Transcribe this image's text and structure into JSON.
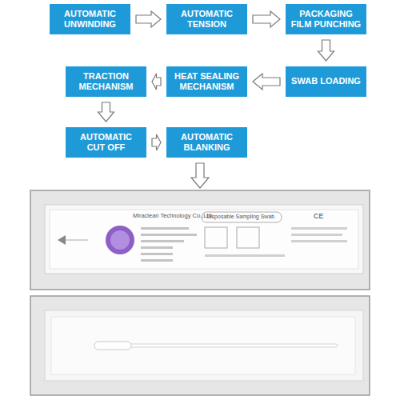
{
  "diagram": {
    "nodes": [
      {
        "text": [
          "AUTOMATIC UNWINDING"
        ]
      },
      {
        "text": [
          "AUTOMATIC TENSION"
        ]
      },
      {
        "text": [
          "PACKAGING FILM PUNCHING"
        ]
      },
      {
        "text": [
          "TRACTION MECHANISM"
        ]
      },
      {
        "text": [
          "HEAT SEALING MECHANISM"
        ]
      },
      {
        "text": [
          "SWAB LOADING"
        ]
      },
      {
        "text": [
          "AUTOMATIC CUT OFF"
        ]
      },
      {
        "text": [
          "AUTOMATIC BLANKING"
        ]
      }
    ],
    "edges": [
      {
        "from": 0,
        "to": 1,
        "arrow": "to"
      },
      {
        "from": 1,
        "to": 2,
        "arrow": "to"
      },
      {
        "from": 2,
        "to": 5,
        "arrow": "to"
      },
      {
        "from": 5,
        "to": 4,
        "arrow": "to"
      },
      {
        "from": 4,
        "to": 3,
        "arrow": "to"
      },
      {
        "from": 3,
        "to": 6,
        "arrow": "to"
      },
      {
        "from": 6,
        "to": 7,
        "arrow": "to"
      }
    ],
    "labels": [
      "Miraclean Technology Co.,Ltd.",
      "Disposable Sampling Swab",
      "CE"
    ]
  }
}
